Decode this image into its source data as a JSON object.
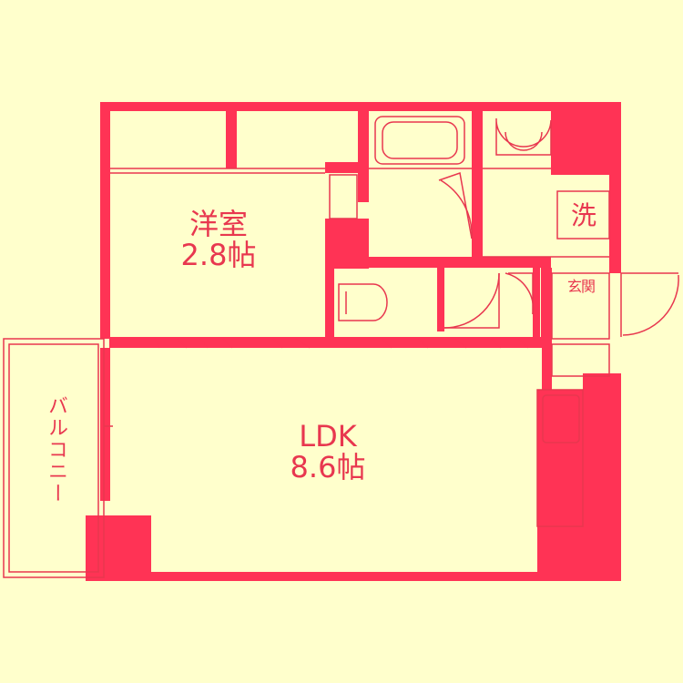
{
  "colors": {
    "background": "#ffffcc",
    "wall": "#ff3355",
    "line": "#e8374f",
    "text": "#e8374f"
  },
  "rooms": {
    "western_room": {
      "name": "洋室",
      "size": "2.8帖"
    },
    "ldk": {
      "name": "LDK",
      "size": "8.6帖"
    },
    "washroom_label": "洗",
    "entrance_label": "玄関",
    "balcony_label": "バルコニー"
  }
}
